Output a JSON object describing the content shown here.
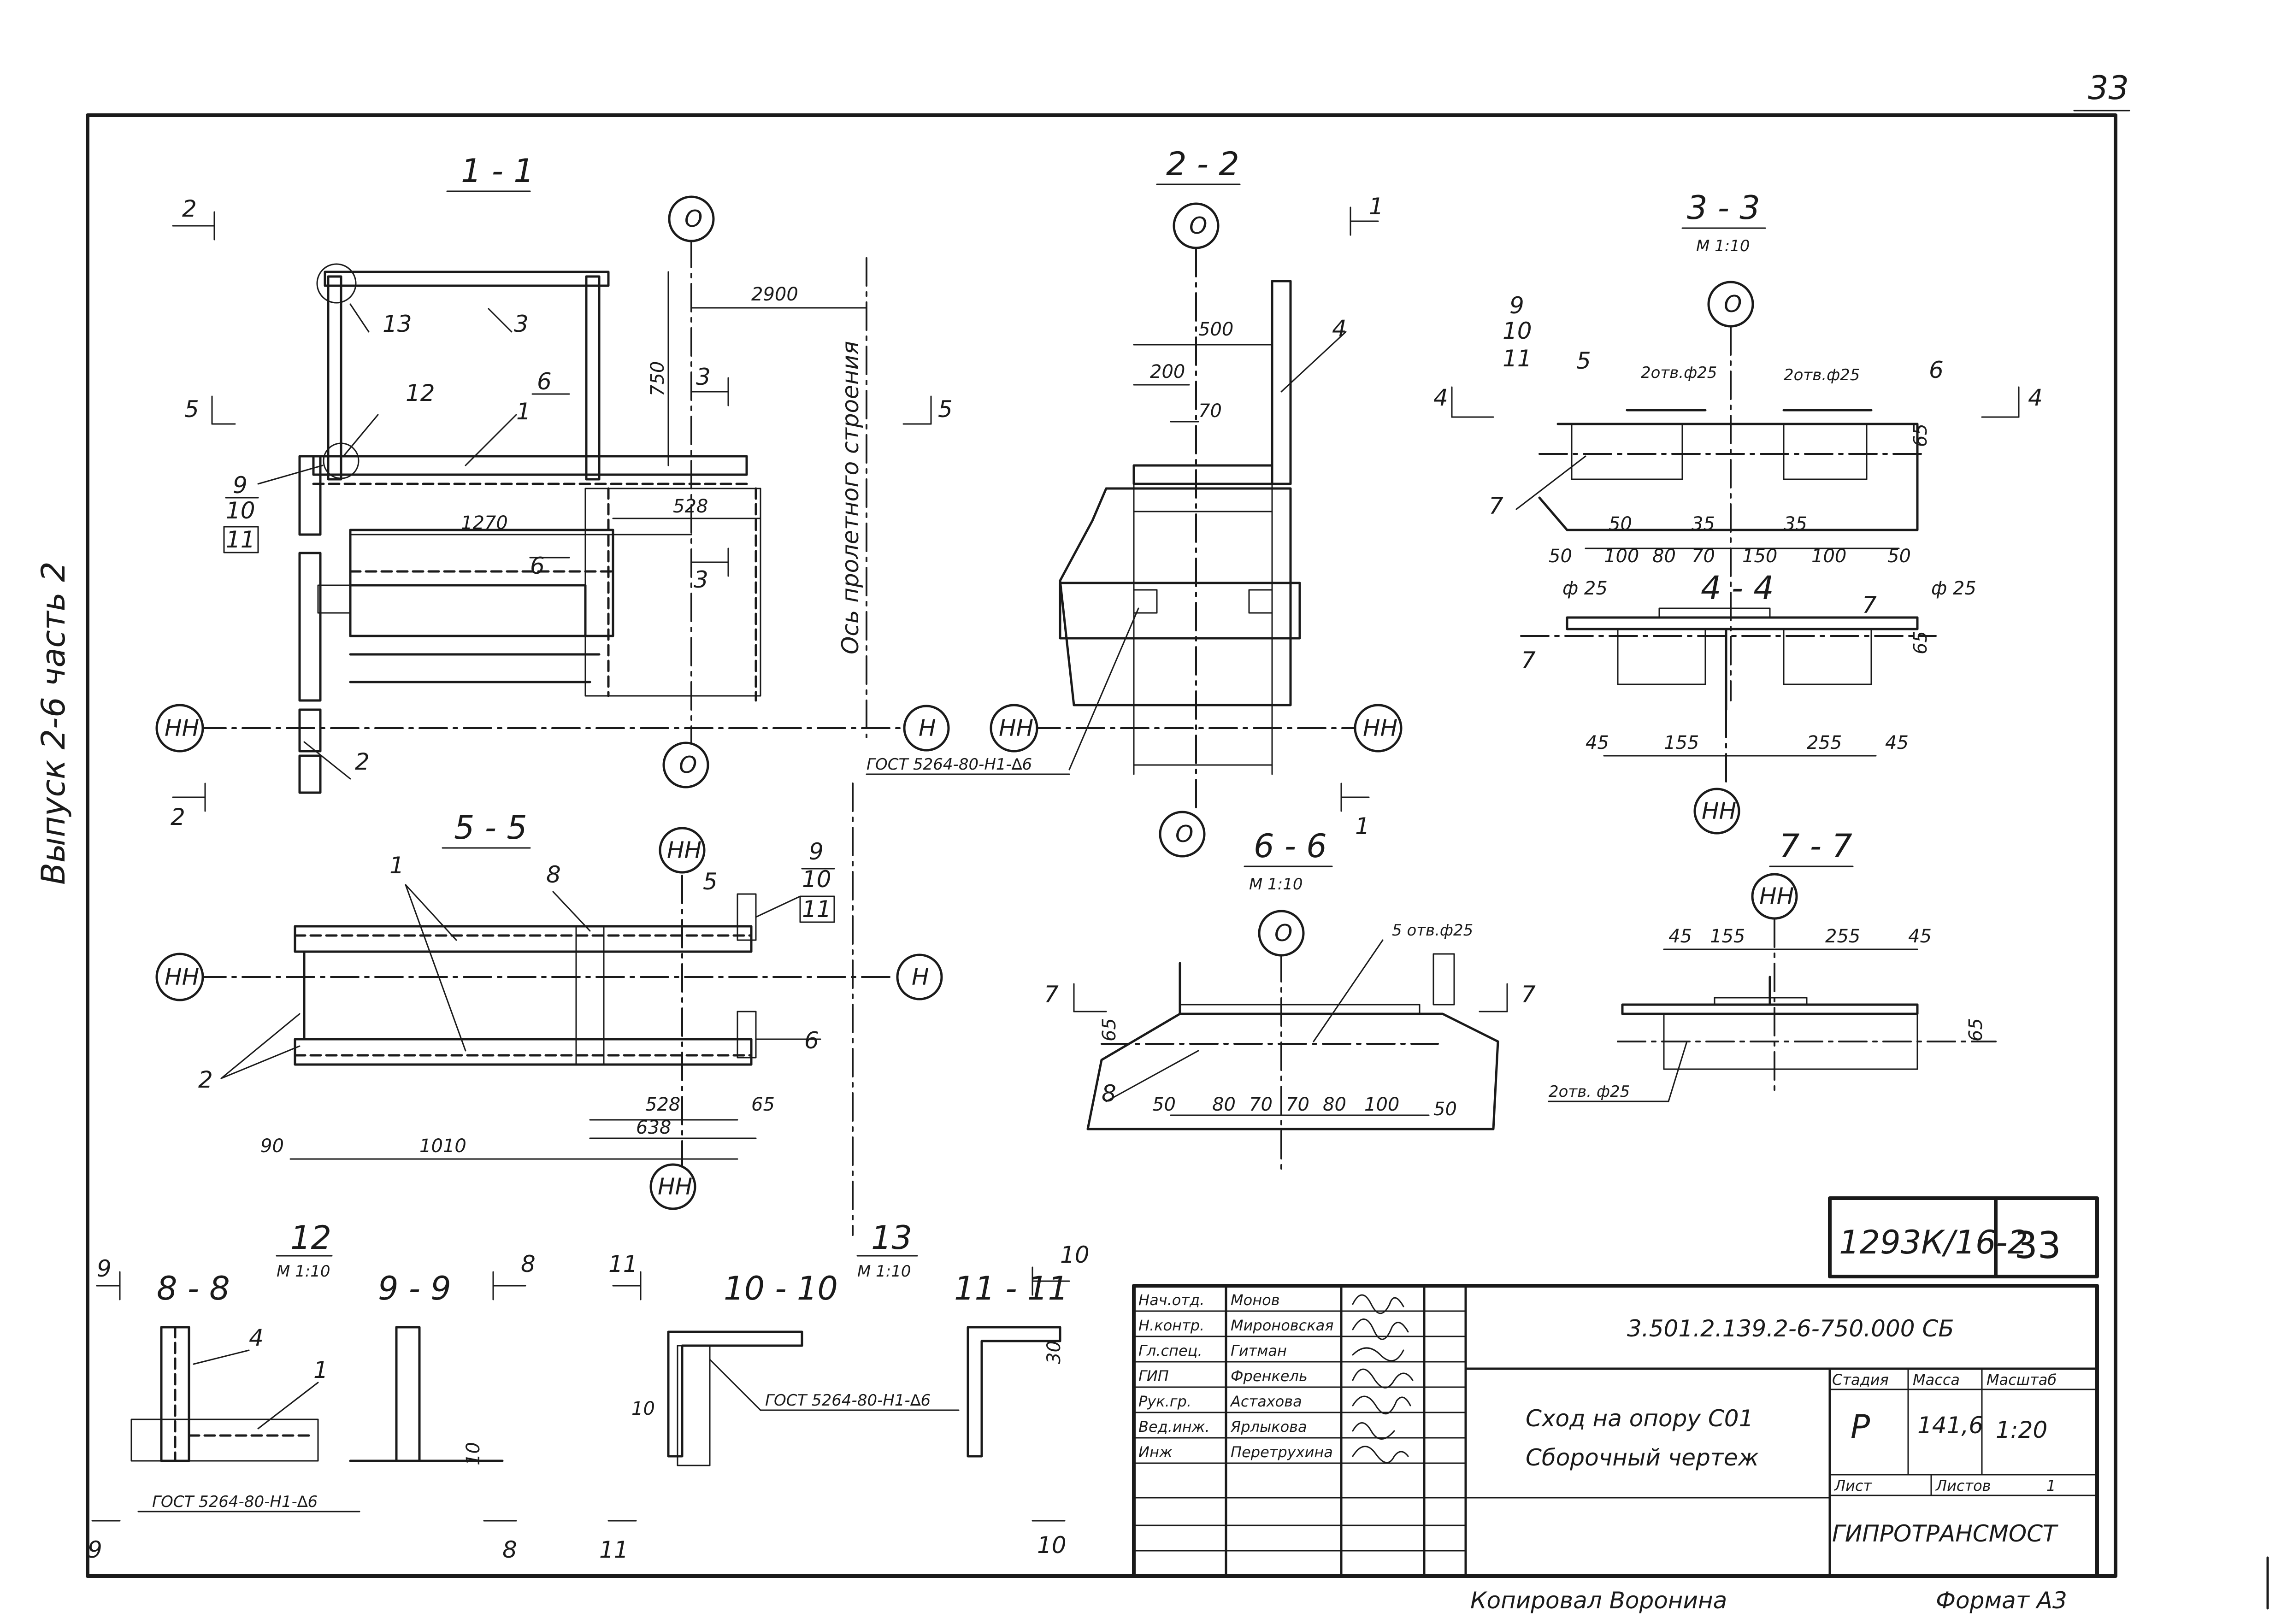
{
  "page_number": "33",
  "side_label": "Выпуск 2-6 часть 2",
  "sections": {
    "s11": "1 - 1",
    "s22": "2 - 2",
    "s33": "3 - 3",
    "s33_scale": "М 1:10",
    "s44": "4 - 4",
    "s55": "5 - 5",
    "s66": "6 - 6",
    "s66_scale": "М 1:10",
    "s77": "7 - 7",
    "s88": "8 - 8",
    "s99": "9 - 9",
    "s1010": "10 - 10",
    "s1111": "11 - 11",
    "n12": "12",
    "n12_scale": "М 1:10",
    "n13": "13",
    "n13_scale": "М 1:10"
  },
  "axes": {
    "o": "О",
    "nn": "НН",
    "n": "Н"
  },
  "cuts": {
    "c1": "1",
    "c2": "2",
    "c3": "3",
    "c4": "4",
    "c5": "5",
    "c6": "6",
    "c7": "7",
    "c8": "8",
    "c9": "9",
    "c10": "10",
    "c11": "11"
  },
  "dims": {
    "d2900": "2900",
    "d750": "750",
    "d1270": "1270",
    "d528": "528",
    "d500": "500",
    "d200": "200",
    "d70": "70",
    "d50": "50",
    "d100": "100",
    "d80": "80",
    "d150": "150",
    "d35": "35",
    "d65": "65",
    "d45": "45",
    "d155": "155",
    "d255": "255",
    "d90": "90",
    "d1010": "1010",
    "d638": "638",
    "d10": "10",
    "d30": "30"
  },
  "pos": {
    "p1": "1",
    "p2": "2",
    "p3": "3",
    "p4": "4",
    "p5": "5",
    "p6": "6",
    "p7": "7",
    "p8": "8",
    "p9": "9",
    "p10": "10",
    "p11": "11",
    "p12": "12",
    "p13": "13"
  },
  "notes": {
    "axis_span": "Ось пролетного строения",
    "gost": "ГОСТ 5264-80-Н1-∆6",
    "holes2": "2отв.ф25",
    "phi25": "ф 25",
    "holes5": "5 отв.ф25",
    "holes2b": "2отв. ф25"
  },
  "title_block": {
    "doc_code": "1293К/16-2",
    "sheet_no": "33",
    "designation": "3.501.2.139.2-6-750.000 СБ",
    "name1": "Сход на опору С01",
    "name2": "Сборочный чертеж",
    "stage_h": "Стадия",
    "mass_h": "Масса",
    "scale_h": "Масштаб",
    "stage": "Р",
    "mass": "141,6",
    "scale": "1:20",
    "sheet_h": "Лист",
    "sheets_h": "Листов",
    "sheets": "1",
    "org": "ГИПРОТРАНСМОСТ",
    "roles": [
      {
        "role": "Нач.отд.",
        "name": "Монов"
      },
      {
        "role": "Н.контр.",
        "name": "Мироновская"
      },
      {
        "role": "Гл.спец.",
        "name": "Гитман"
      },
      {
        "role": "ГИП",
        "name": "Френкель"
      },
      {
        "role": "Рук.гр.",
        "name": "Астахова"
      },
      {
        "role": "Вед.инж.",
        "name": "Ярлыкова"
      },
      {
        "role": "Инж",
        "name": "Перетрухина"
      }
    ]
  },
  "footer": {
    "copied": "Копировал Воронина",
    "format": "Формат А3"
  }
}
